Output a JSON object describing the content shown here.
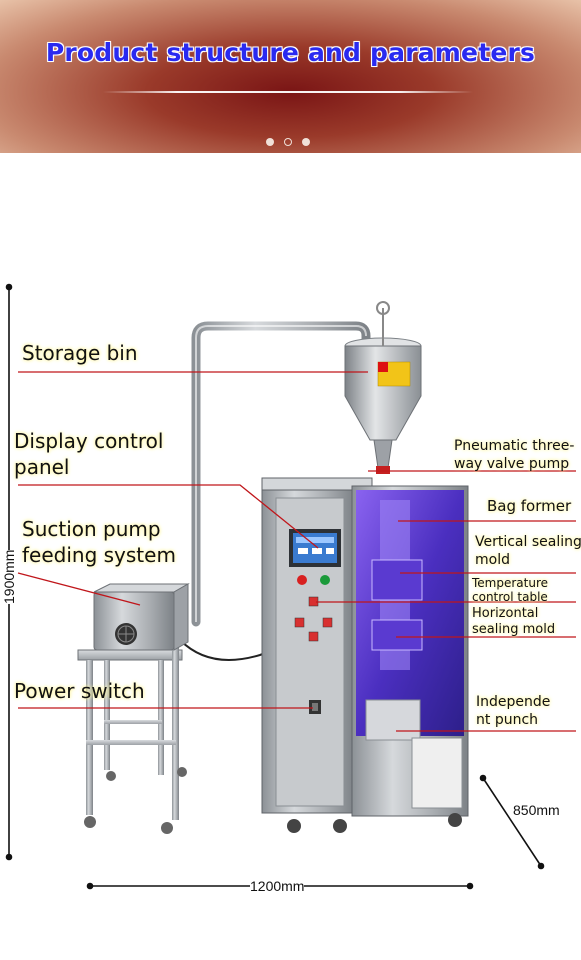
{
  "banner": {
    "title": "Product structure and parameters",
    "slides": [
      {
        "state": "active"
      },
      {
        "state": "inactive"
      },
      {
        "state": "active"
      }
    ]
  },
  "labels": {
    "storage_bin": "Storage bin",
    "display_panel_line1": "Display control",
    "display_panel_line2": " panel",
    "suction_line1": "Suction pump",
    "suction_line2": "feeding system",
    "power_switch": "Power switch",
    "pneumatic_line1": "Pneumatic three-",
    "pneumatic_line2": "way valve pump",
    "bag_former": "Bag former",
    "vertical_line1": "Vertical sealing",
    "vertical_line2": " mold",
    "temperature_line1": "Temperature",
    "temperature_line2": "control table",
    "horizontal_line1": "Horizontal",
    "horizontal_line2": "sealing mold",
    "independent_line1": "Independe",
    "independent_line2": "nt punch"
  },
  "dimensions": {
    "height": "1900mm",
    "width": "1200mm",
    "depth": "850mm"
  },
  "colors": {
    "leader_line": "#c0161b",
    "banner_title": "#2a2af0",
    "stainless": "#b9bdc2",
    "purple_light": "#6a4bd8"
  }
}
